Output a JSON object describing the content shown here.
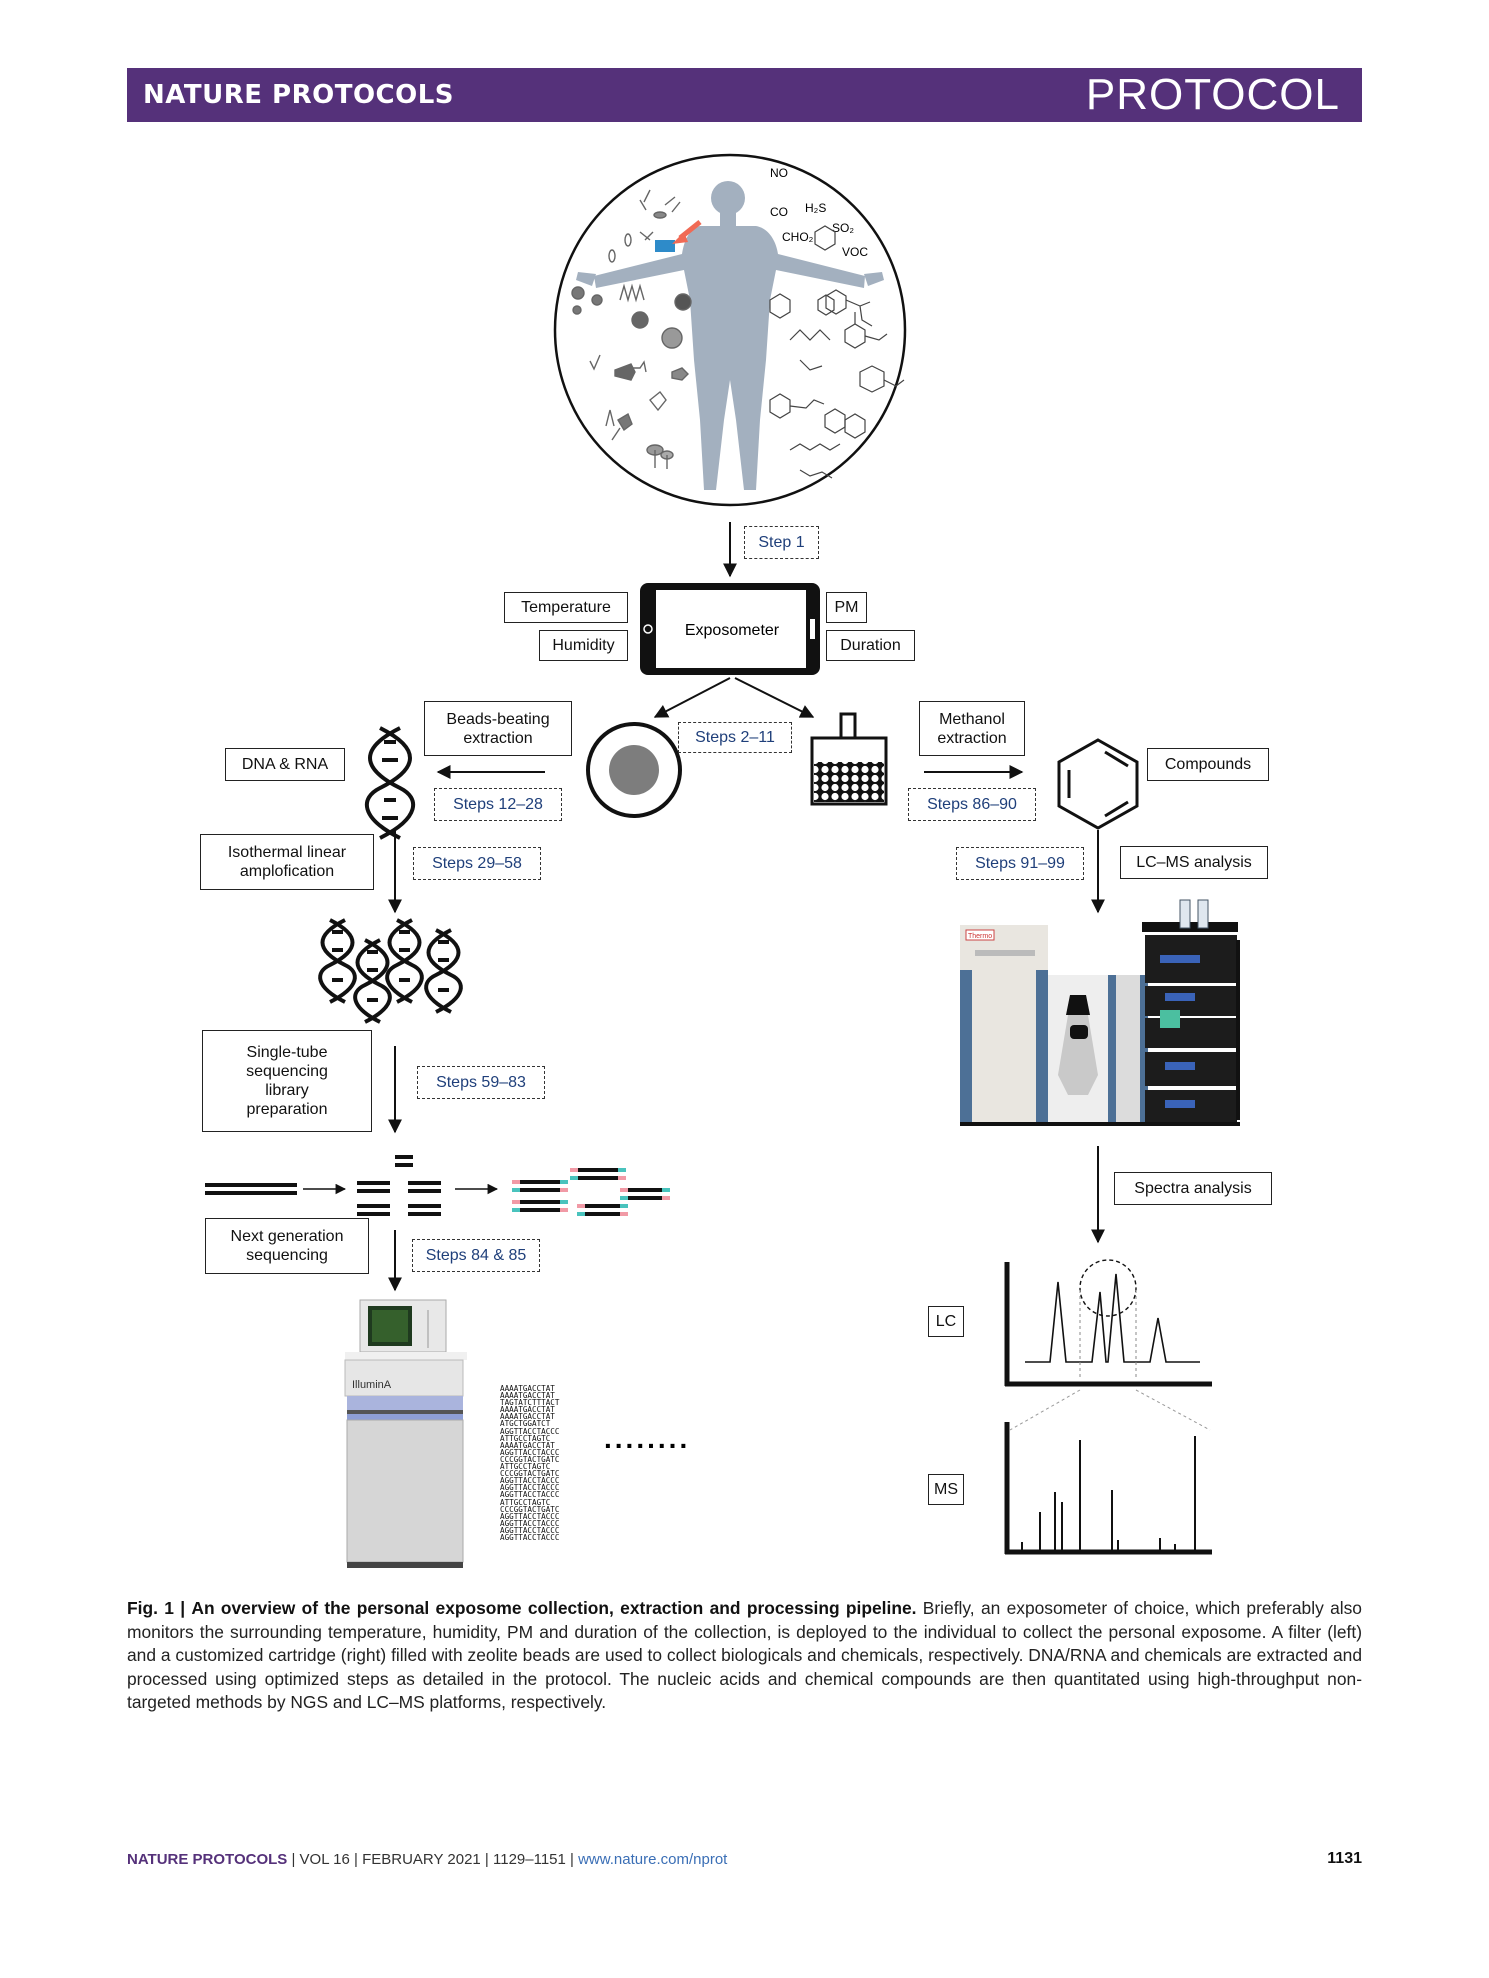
{
  "header": {
    "journal": "NATURE PROTOCOLS",
    "article_type": "PROTOCOL"
  },
  "figure": {
    "gases": [
      "NO",
      "CO",
      "H₂S",
      "SO₂",
      "CHO₂",
      "VOC"
    ],
    "device": {
      "label": "Exposometer",
      "params": [
        "Temperature",
        "Humidity",
        "PM",
        "Duration"
      ]
    },
    "steps": {
      "s1": "Step 1",
      "s2": "Steps 2–11",
      "s3": "Steps 12–28",
      "s4": "Steps 29–58",
      "s5": "Steps 59–83",
      "s6": "Steps 84 & 85",
      "s7": "Steps 86–90",
      "s8": "Steps 91–99"
    },
    "left_labels": {
      "beads": "Beads-beating extraction",
      "dna": "DNA & RNA",
      "iso": "Isothermal linear amplofication",
      "single": "Single-tube sequencing library preparation",
      "ngs": "Next generation sequencing",
      "sequencer": "IlluminA"
    },
    "right_labels": {
      "methanol": "Methanol extraction",
      "compounds": "Compounds",
      "lcms": "LC–MS analysis",
      "spectra": "Spectra analysis",
      "lc": "LC",
      "ms": "MS",
      "brand": "Thermo"
    },
    "reads": [
      "AAAATGACCTAT",
      "AAAATGACCTAT",
      "TAGTATCTTTACT",
      "AAAATGACCTAT",
      "AAAATGACCTAT",
      "ATGCTGGATCT",
      "AGGTTACCTACCC",
      "ATTGCCTAGTC",
      "AAAATGACCTAT",
      "AGGTTACCTACCC",
      "CCCGGTACTGATC",
      "ATTGCCTAGTC",
      "CCCGGTACTGATC",
      "AGGTTACCTACCC",
      "AGGTTACCTACCC",
      "AGGTTACCTACCC",
      "ATTGCCTAGTC",
      "CCCGGTACTGATC",
      "AGGTTACCTACCC",
      "AGGTTACCTACCC",
      "AGGTTACCTACCC",
      "AGGTTACCTACCC"
    ],
    "ellipsis": "........"
  },
  "caption": {
    "label": "Fig. 1 |",
    "title": "An overview of the personal exposome collection, extraction and processing pipeline.",
    "text": "Briefly, an exposometer of choice, which preferably also monitors the surrounding temperature, humidity, PM and duration of the collection, is deployed to the individual to collect the personal exposome. A filter (left) and a customized cartridge (right) filled with zeolite beads are used to collect biologicals and chemicals, respectively. DNA/RNA and chemicals are extracted and processed using optimized steps as detailed in the protocol. The nucleic acids and chemical compounds are then quantitated using high-throughput non-targeted methods by NGS and LC–MS platforms, respectively."
  },
  "footer": {
    "journal": "NATURE PROTOCOLS",
    "volume": "VOL 16",
    "date": "FEBRUARY 2021",
    "pages": "1129–1151",
    "url": "www.nature.com/nprot",
    "page_number": "1131"
  }
}
